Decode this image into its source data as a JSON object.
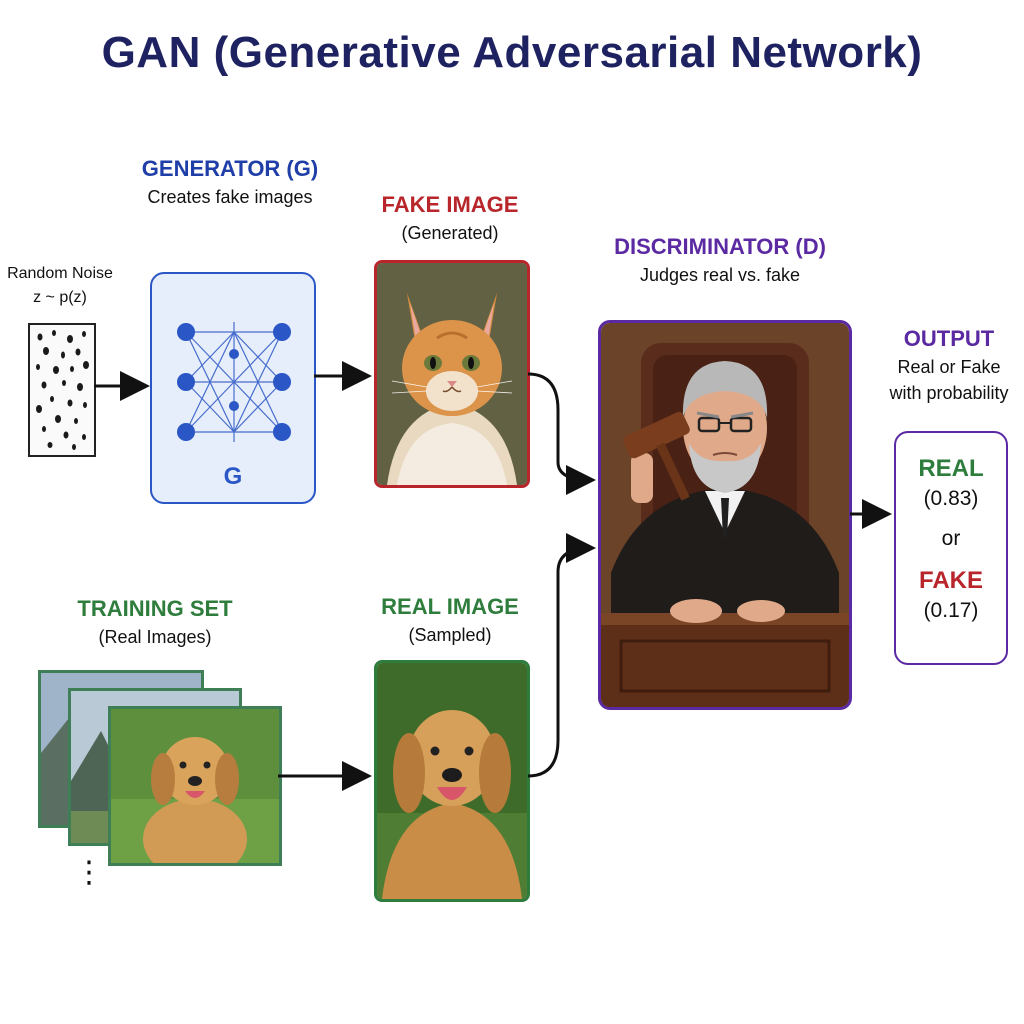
{
  "title": "GAN (Generative Adversarial Network)",
  "noise": {
    "line1": "Random Noise",
    "line2": "z ~ p(z)"
  },
  "generator": {
    "heading": "GENERATOR (G)",
    "subtitle": "Creates fake images",
    "box_letter": "G"
  },
  "fake_image": {
    "heading": "FAKE IMAGE",
    "subtitle": "(Generated)"
  },
  "discriminator": {
    "heading": "DISCRIMINATOR (D)",
    "subtitle": "Judges real vs. fake"
  },
  "output": {
    "heading": "OUTPUT",
    "subtitle_line1": "Real or Fake",
    "subtitle_line2": "with probability",
    "real_label": "REAL",
    "real_value": "(0.83)",
    "or_text": "or",
    "fake_label": "FAKE",
    "fake_value": "(0.17)"
  },
  "training_set": {
    "heading": "TRAINING SET",
    "subtitle": "(Real Images)",
    "more_marker": "⋮"
  },
  "real_image": {
    "heading": "REAL IMAGE",
    "subtitle": "(Sampled)"
  },
  "colors": {
    "generator": "#1f3ea8",
    "fake": "#b8262b",
    "real": "#2e7d3d",
    "discriminator": "#5b2aa3",
    "title": "#1e2260"
  }
}
